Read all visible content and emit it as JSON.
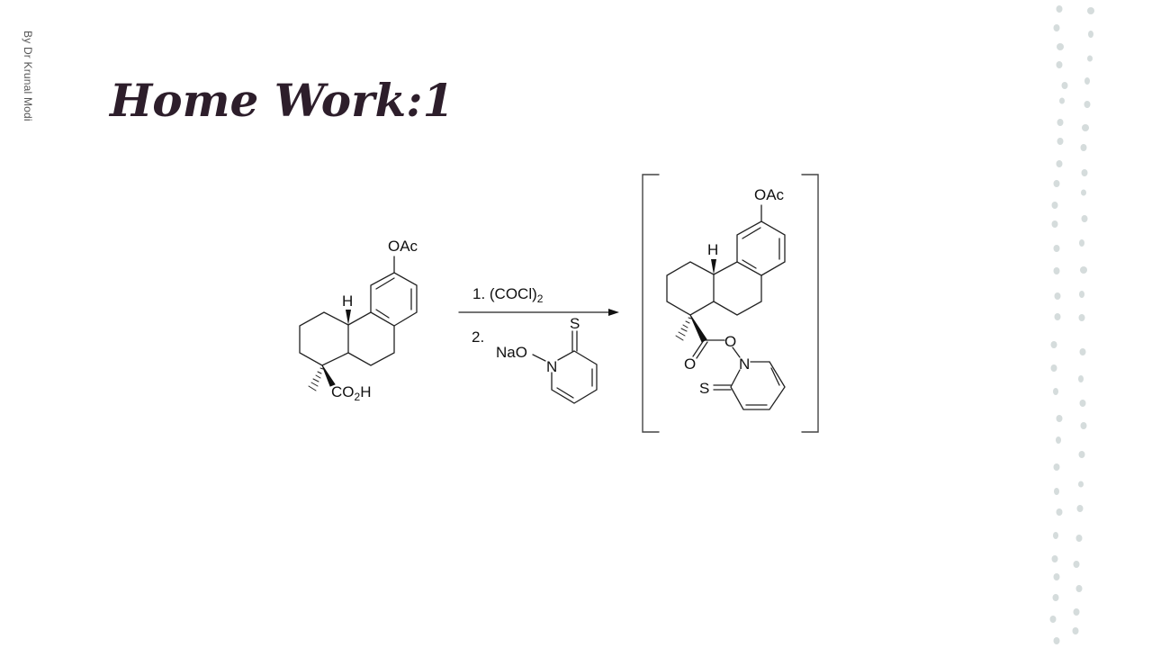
{
  "slide": {
    "author": "By Dr Krunal Modi",
    "title": "Home Work:1",
    "accent_color": "#2d1e2b",
    "dot_color": "#d5dcdc"
  },
  "scheme": {
    "reactant": {
      "substituent_top": "OAc",
      "stereo_h": "H",
      "acid_label_co": "CO",
      "acid_label_sub": "2",
      "acid_label_h": "H"
    },
    "reagents": {
      "step1_prefix": "1. (COCl)",
      "step1_sub": "2",
      "step2_label": "2.",
      "reagent_nao": "NaO",
      "reagent_n": "N",
      "reagent_s": "S"
    },
    "product": {
      "substituent_top": "OAc",
      "stereo_h": "H",
      "ester_o": "O",
      "carbonyl_o": "O",
      "n_label": "N",
      "s_label": "S"
    }
  }
}
